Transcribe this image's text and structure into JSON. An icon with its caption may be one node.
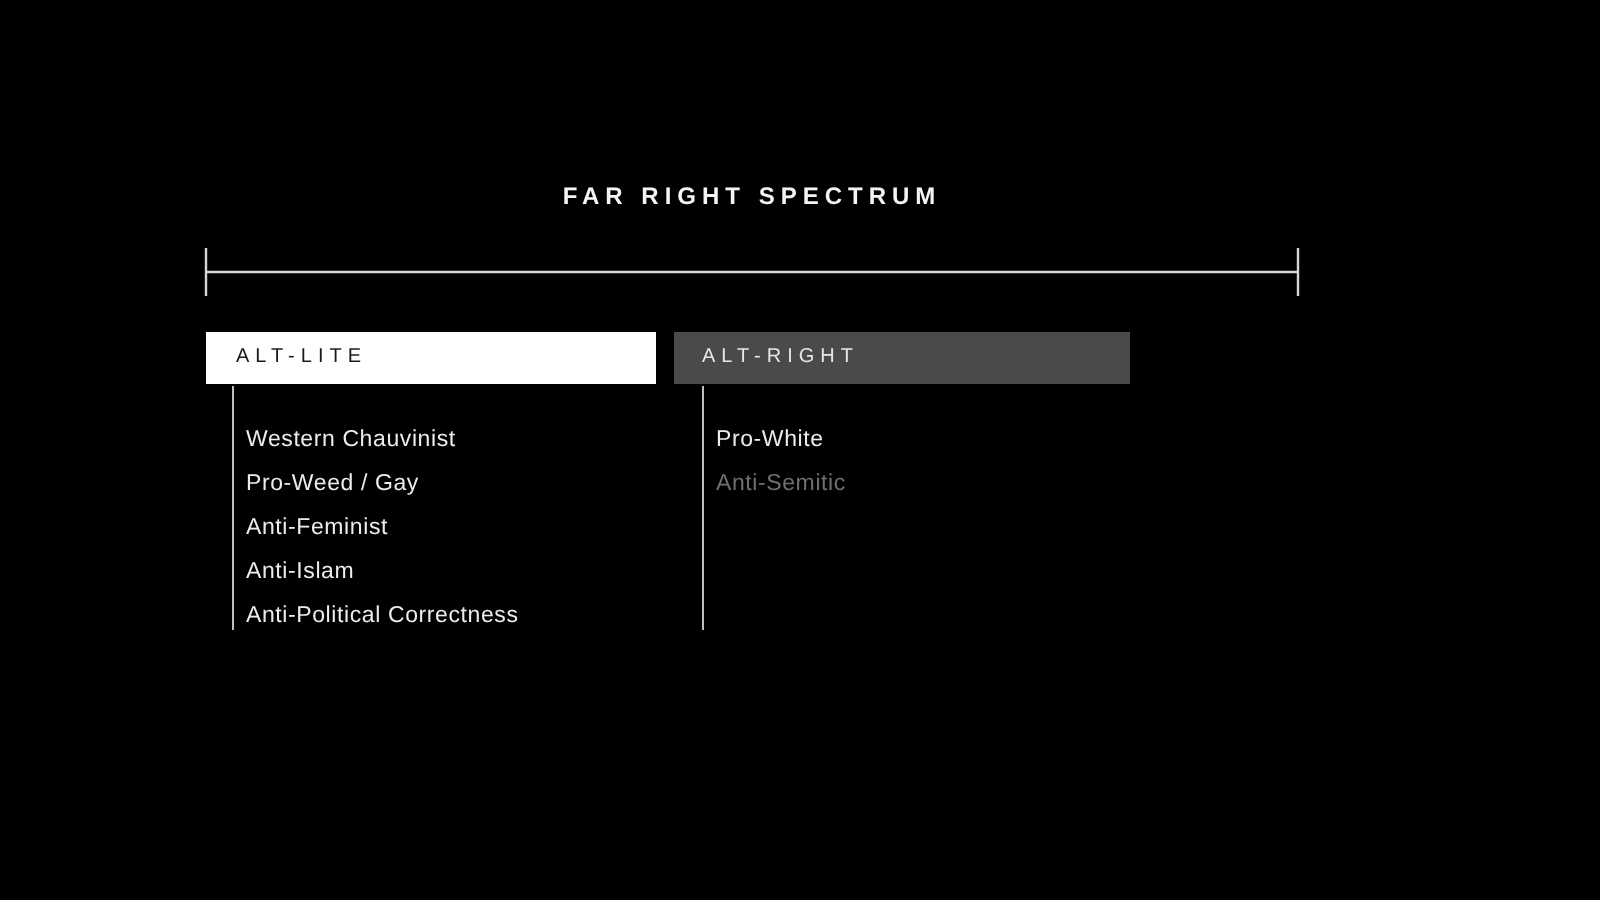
{
  "diagram": {
    "title": "FAR RIGHT SPECTRUM",
    "nodes": [
      {
        "text": [
          "ALT-LITE"
        ],
        "beside": [
          "Western Chauvinist",
          "Pro-Weed / Gay",
          "Anti-Feminist",
          "Anti-Islam",
          "Anti-Political Correctness"
        ]
      },
      {
        "text": [
          "ALT-RIGHT"
        ],
        "beside": [
          "Pro-White",
          "Anti-Semitic"
        ]
      }
    ]
  }
}
